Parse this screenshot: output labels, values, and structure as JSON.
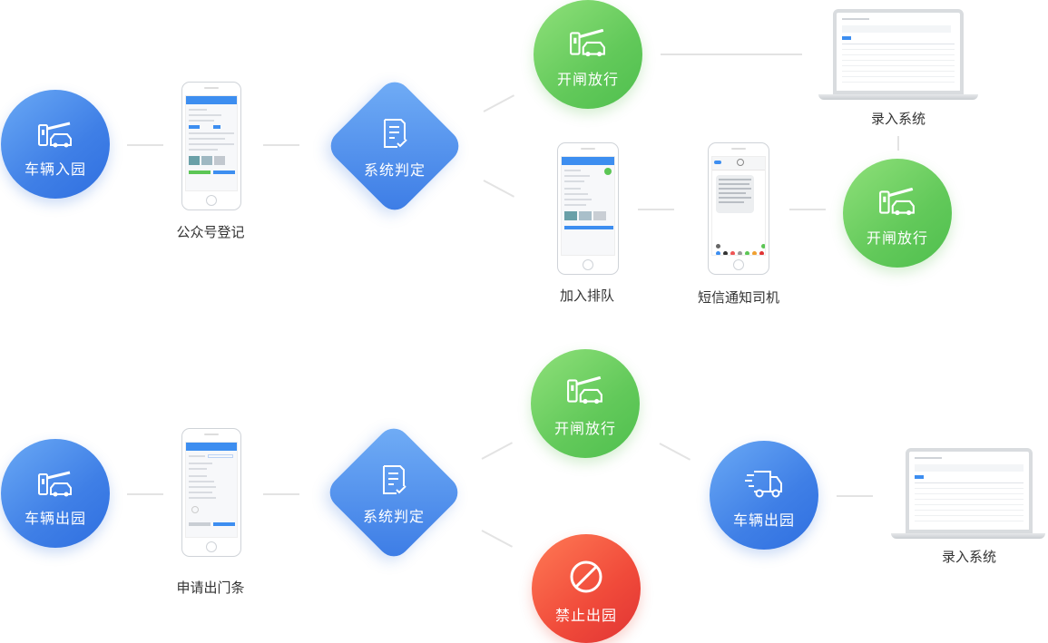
{
  "flow_in": {
    "start": {
      "label": "车辆入园",
      "icon": "barrier-car-icon"
    },
    "register_caption": "公众号登记",
    "decision": {
      "label": "系统判定",
      "icon": "document-check-icon"
    },
    "pass_top": {
      "label": "开闸放行",
      "icon": "barrier-car-icon"
    },
    "record_top_caption": "录入系统",
    "queue_caption": "加入排队",
    "sms_caption": "短信通知司机",
    "pass_right": {
      "label": "开闸放行",
      "icon": "barrier-car-icon"
    }
  },
  "flow_out": {
    "start": {
      "label": "车辆出园",
      "icon": "barrier-car-icon"
    },
    "apply_caption": "申请出门条",
    "decision": {
      "label": "系统判定",
      "icon": "document-check-icon"
    },
    "pass": {
      "label": "开闸放行",
      "icon": "barrier-car-icon"
    },
    "deny": {
      "label": "禁止出园",
      "icon": "forbidden-icon"
    },
    "exit": {
      "label": "车辆出园",
      "icon": "truck-icon"
    },
    "record_caption": "录入系统"
  },
  "colors": {
    "blue": "#3f7fe6",
    "green": "#5cc655",
    "red": "#f04a3a",
    "line": "#e3e3e3"
  }
}
